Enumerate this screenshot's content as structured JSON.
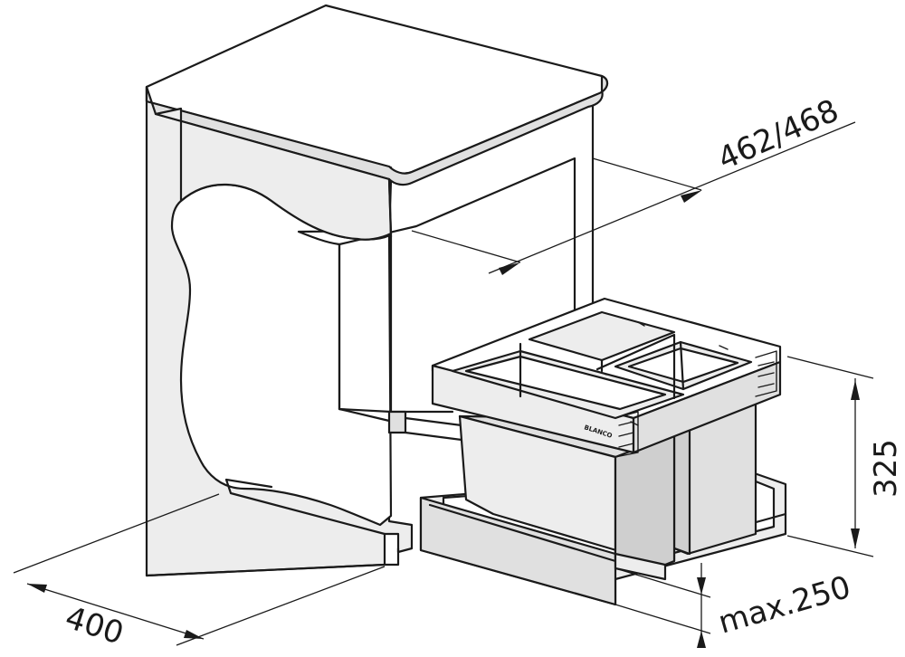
{
  "dimensions": {
    "width_label": "462/468",
    "height_label": "325",
    "depth_label": "400",
    "offset_label": "max.250"
  },
  "product": {
    "brand": "BLANCO"
  }
}
